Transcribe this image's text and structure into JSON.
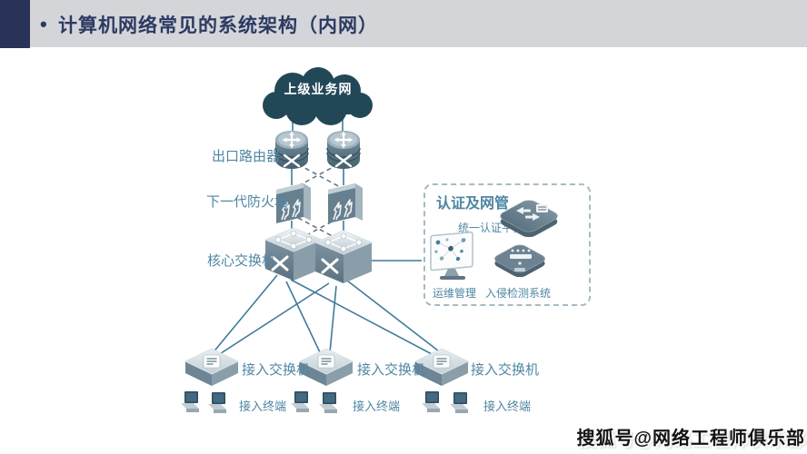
{
  "header": {
    "bullet": "•",
    "title": "计算机网络常见的系统架构（内网）"
  },
  "diagram": {
    "cloud_label": "上级业务网",
    "router_label": "出口路由器",
    "firewall_label": "下一代防火墙",
    "core_switch_label": "核心交换机",
    "auth_box": {
      "title": "认证及网管",
      "platform_label": "统一认证平台",
      "ops_label": "运维管理",
      "ids_label": "入侵检测系统"
    },
    "access_switches": [
      "接入交换机",
      "接入交换机",
      "接入交换机"
    ],
    "terminals": [
      "接入终端",
      "接入终端",
      "接入终端"
    ]
  },
  "watermark": {
    "text": "搜狐号@网络工程师俱乐部"
  },
  "colors": {
    "header_bar": "#d4d5d9",
    "accent_navy": "#293357",
    "title_text": "#2c3a62",
    "label_teal": "#4f86a2",
    "cloud_fill": "#224857",
    "line_blue": "#3e7b9b",
    "dashed_gray": "#5d707b"
  }
}
